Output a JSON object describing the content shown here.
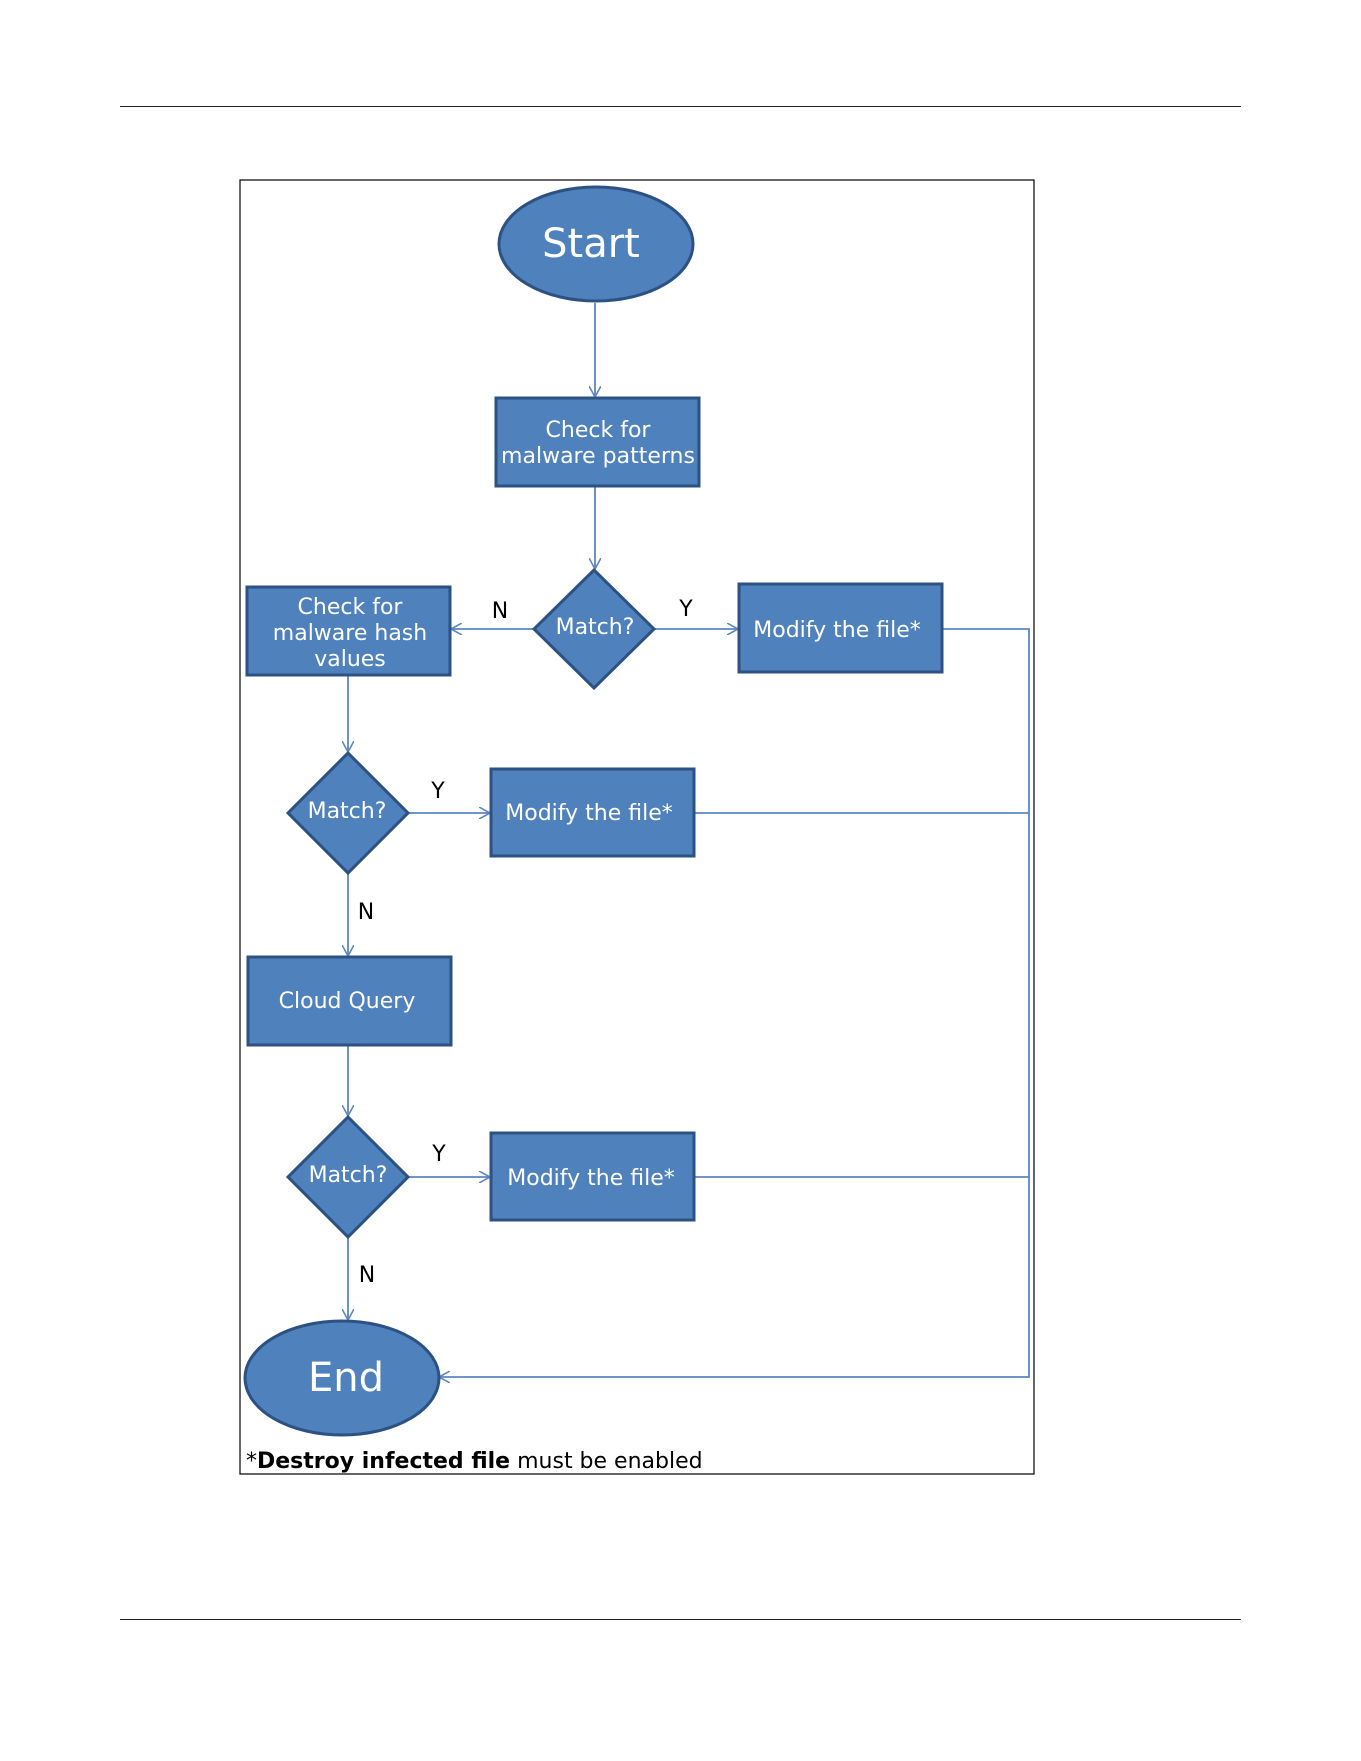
{
  "diagram": {
    "colors": {
      "fill": "#4f81bd",
      "stroke": "#2c5183",
      "edge": "#5b86c2",
      "text": "#ffffff"
    },
    "nodes": {
      "start": "Start",
      "check_patterns": [
        "Check for",
        "malware patterns"
      ],
      "match_1": "Match?",
      "modify_1": "Modify the file*",
      "check_hash": [
        "Check for",
        "malware hash",
        "values"
      ],
      "match_2": "Match?",
      "modify_2": "Modify the file*",
      "cloud_query": "Cloud Query",
      "match_3": "Match?",
      "modify_3": "Modify the file*",
      "end": "End"
    },
    "edge_labels": {
      "match_1_no": "N",
      "match_1_yes": "Y",
      "match_2_yes": "Y",
      "match_2_no": "N",
      "match_3_yes": "Y",
      "match_3_no": "N"
    },
    "footnote": {
      "prefix": "*",
      "bold": "Destroy infected file",
      "rest": " must be enabled"
    }
  }
}
